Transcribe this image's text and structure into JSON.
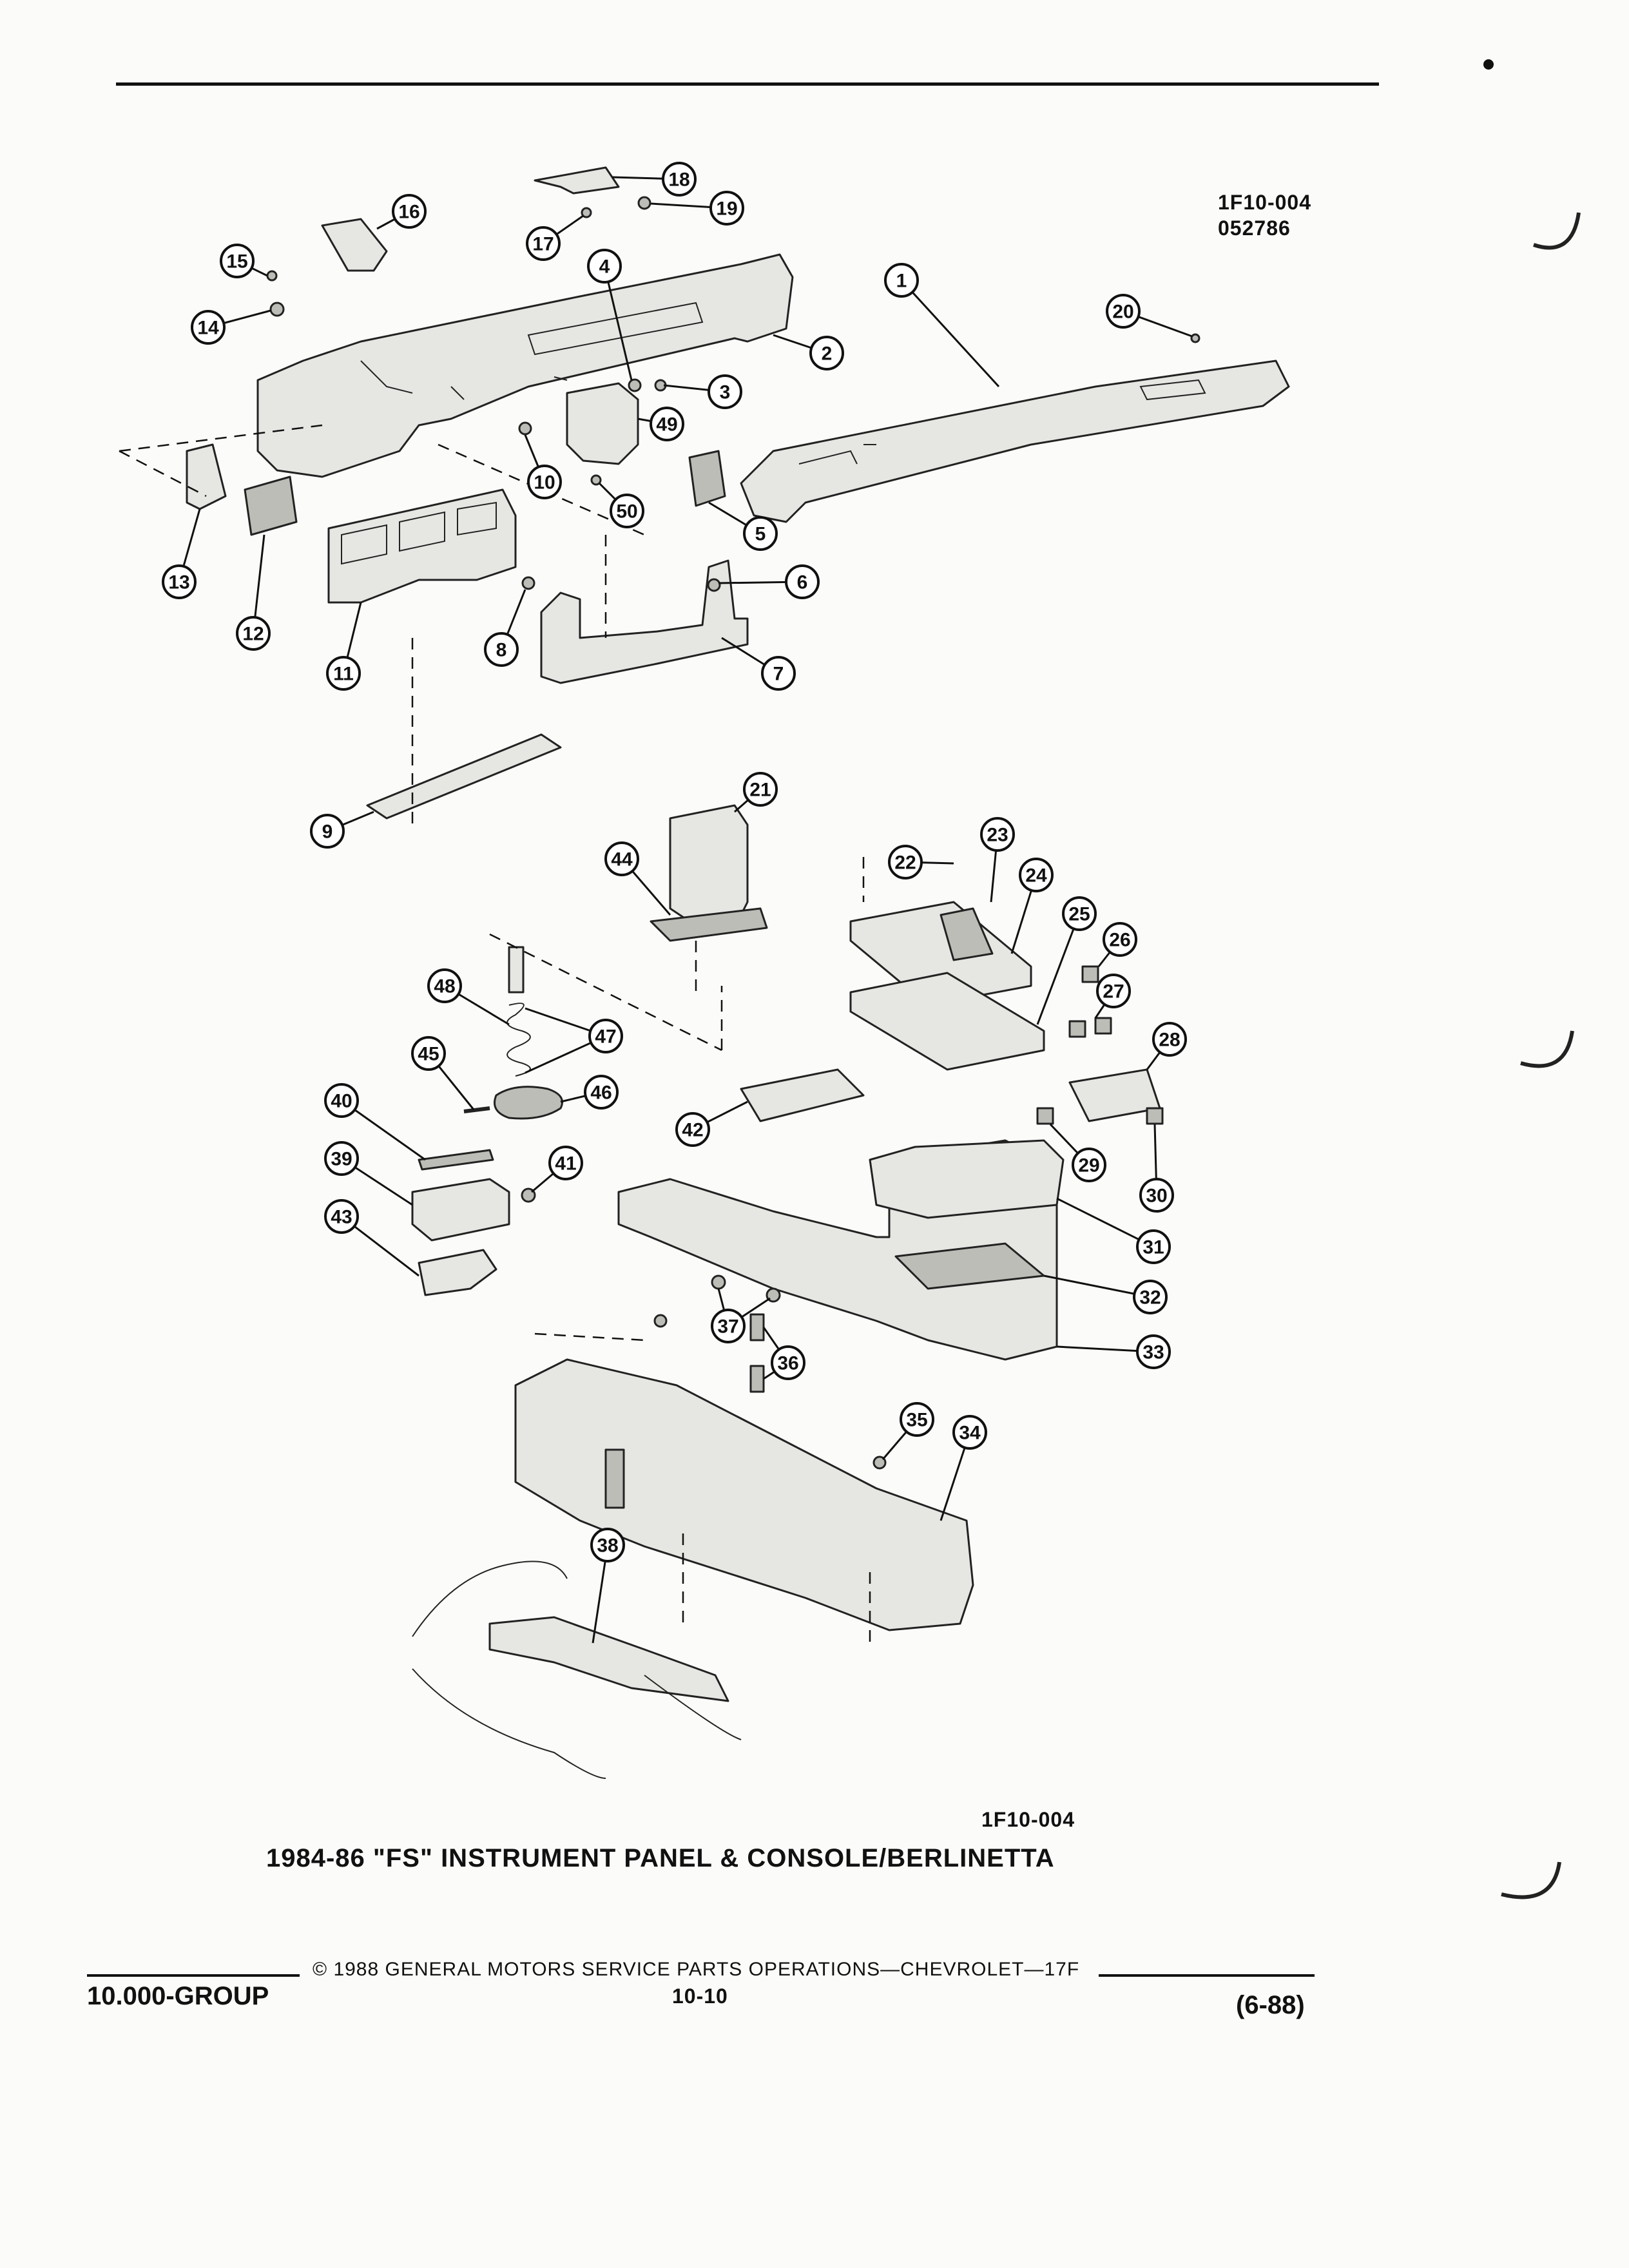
{
  "header": {
    "figure_code": "1F10-004",
    "date_code": "052786"
  },
  "diagram": {
    "figure_code_bottom": "1F10-004",
    "title": "1984-86 \"FS\" INSTRUMENT PANEL & CONSOLE/BERLINETTA"
  },
  "footer": {
    "copyright": "© 1988 GENERAL MOTORS SERVICE PARTS OPERATIONS—CHEVROLET—17F",
    "group": "10.000-GROUP",
    "page": "10-10",
    "revision": "(6-88)"
  },
  "callouts": [
    "1",
    "2",
    "3",
    "4",
    "5",
    "6",
    "7",
    "8",
    "9",
    "10",
    "11",
    "12",
    "13",
    "14",
    "15",
    "16",
    "17",
    "18",
    "19",
    "20",
    "21",
    "22",
    "23",
    "24",
    "25",
    "26",
    "27",
    "28",
    "29",
    "30",
    "31",
    "32",
    "33",
    "34",
    "35",
    "36",
    "37",
    "38",
    "39",
    "40",
    "41",
    "42",
    "43",
    "44",
    "45",
    "46",
    "47",
    "48",
    "49",
    "50"
  ]
}
